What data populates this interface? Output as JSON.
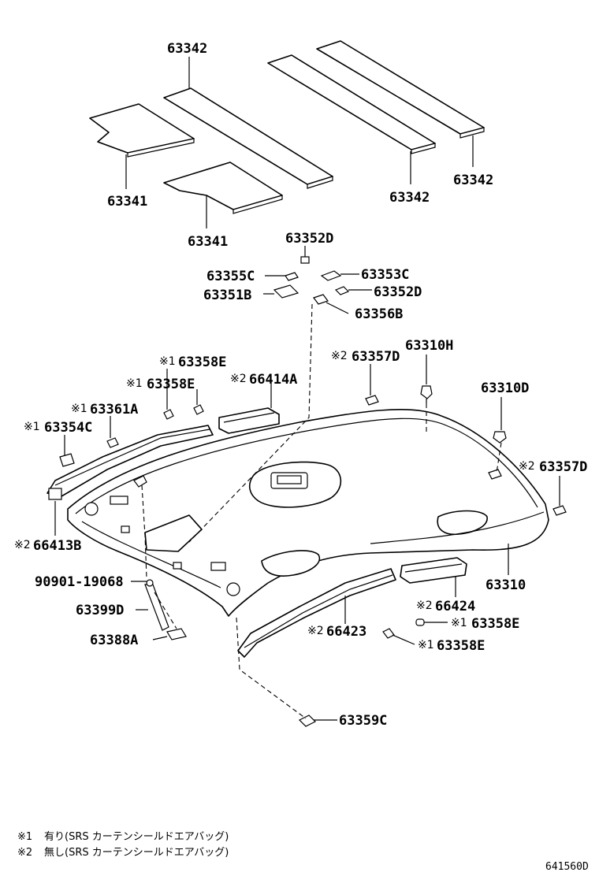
{
  "labels": {
    "p63342_top": "63342",
    "p63341_a": "63341",
    "p63341_b": "63341",
    "p63342_mid": "63342",
    "p63342_right": "63342",
    "p63352D_a": "63352D",
    "p63355C": "63355C",
    "p63353C": "63353C",
    "p63351B": "63351B",
    "p63352D_b": "63352D",
    "p63356B": "63356B",
    "p63358E_a": "63358E",
    "p63358E_b": "63358E",
    "p66414A": "66414A",
    "p63357D_a": "63357D",
    "p63310H": "63310H",
    "p63310D": "63310D",
    "p63361A": "63361A",
    "p63354C": "63354C",
    "p63357D_b": "63357D",
    "p66413B": "66413B",
    "p90901": "90901-19068",
    "p63399D": "63399D",
    "p63388A": "63388A",
    "p63310": "63310",
    "p66424": "66424",
    "p63358E_c": "63358E",
    "p66423": "66423",
    "p63358E_d": "63358E",
    "p63359C": "63359C"
  },
  "marks": {
    "m1": "※1",
    "m2": "※2"
  },
  "notes": {
    "note1_mark": "※1",
    "note1_text": "有り(SRS カーテンシールドエアバッグ)",
    "note2_mark": "※2",
    "note2_text": "無し(SRS カーテンシールドエアバッグ)"
  },
  "diagram_code": "641560D"
}
